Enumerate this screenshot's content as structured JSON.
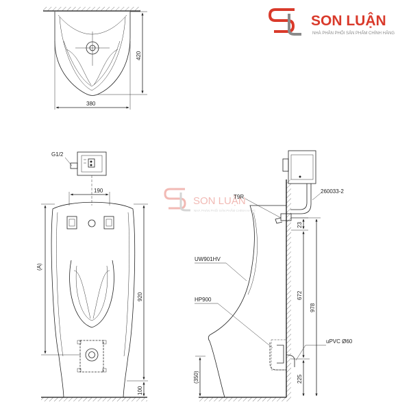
{
  "brand": {
    "name": "SON LUẬN",
    "tagline": "NHÀ PHÂN PHỐI SẢN PHẨM CHÍNH HÃNG",
    "color_red": "#d93a2b",
    "color_gray": "#8a8a8a"
  },
  "watermark": {
    "name": "SON LUẬN",
    "tagline": "NHÀ PHÂN PHỐI SẢN PHẨM CHÍNH HÃNG"
  },
  "top_view": {
    "dim_depth": "420",
    "dim_width": "380"
  },
  "front_view": {
    "label_inlet": "G1/2",
    "dim_center": "190",
    "dim_a": "(A)",
    "dim_height": "920",
    "dim_floor": "100"
  },
  "side_view": {
    "label_sensor": "T9R",
    "label_pipe": "260033-2",
    "label_urinal": "UW901HV",
    "label_trap": "HP900",
    "label_drain": "uPVC Ø60",
    "dim_23": "23",
    "dim_672": "672",
    "dim_978": "978",
    "dim_225": "225",
    "dim_350": "(350)"
  }
}
